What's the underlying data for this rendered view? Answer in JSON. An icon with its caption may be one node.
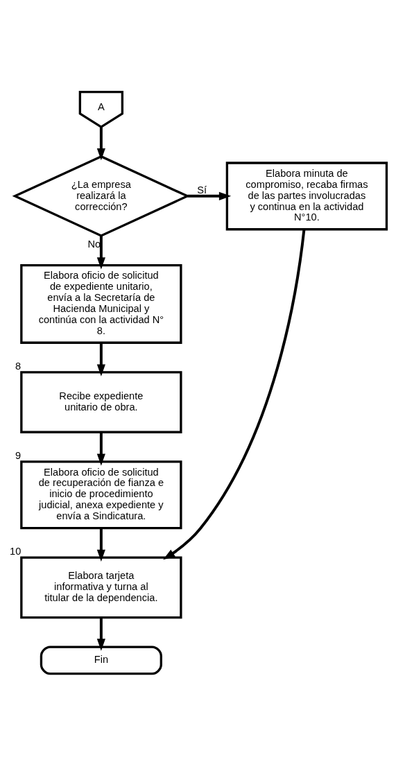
{
  "diagram": {
    "nodes": [
      {
        "text": [
          "A"
        ]
      },
      {
        "text": [
          "¿La empresa realizará la corrección?"
        ]
      },
      {
        "text": [
          "Elabora minuta de compromiso, recaba firmas de las partes involucradas y continua en la actividad N°10."
        ]
      },
      {
        "text": [
          "Elabora oficio de solicitud de expediente unitario, envía a la Secretaría de Hacienda Municipal y continúa con la actividad N° 8."
        ]
      },
      {
        "text": [
          "Recibe expediente unitario de obra."
        ],
        "beside": [
          "8"
        ]
      },
      {
        "text": [
          "Elabora oficio de solicitud de recuperación de fianza e inicio de procedimiento judicial, anexa expediente y envía a Sindicatura."
        ],
        "beside": [
          "9"
        ]
      },
      {
        "text": [
          "Elabora tarjeta informativa y turna al titular de la dependencia."
        ],
        "beside": [
          "10"
        ]
      },
      {
        "text": [
          "Fin"
        ]
      }
    ],
    "edges": [
      {
        "from": 0,
        "to": 1,
        "arrow": "to"
      },
      {
        "from": 1,
        "to": 2,
        "label": "Sí",
        "arrow": "to"
      },
      {
        "from": 1,
        "to": 3,
        "label": "No",
        "arrow": "to"
      },
      {
        "from": 3,
        "to": 4,
        "arrow": "to"
      },
      {
        "from": 4,
        "to": 5,
        "arrow": "to"
      },
      {
        "from": 5,
        "to": 6,
        "arrow": "to"
      },
      {
        "from": 2,
        "to": 6,
        "arrow": "to"
      },
      {
        "from": 6,
        "to": 7,
        "arrow": "to"
      }
    ]
  }
}
